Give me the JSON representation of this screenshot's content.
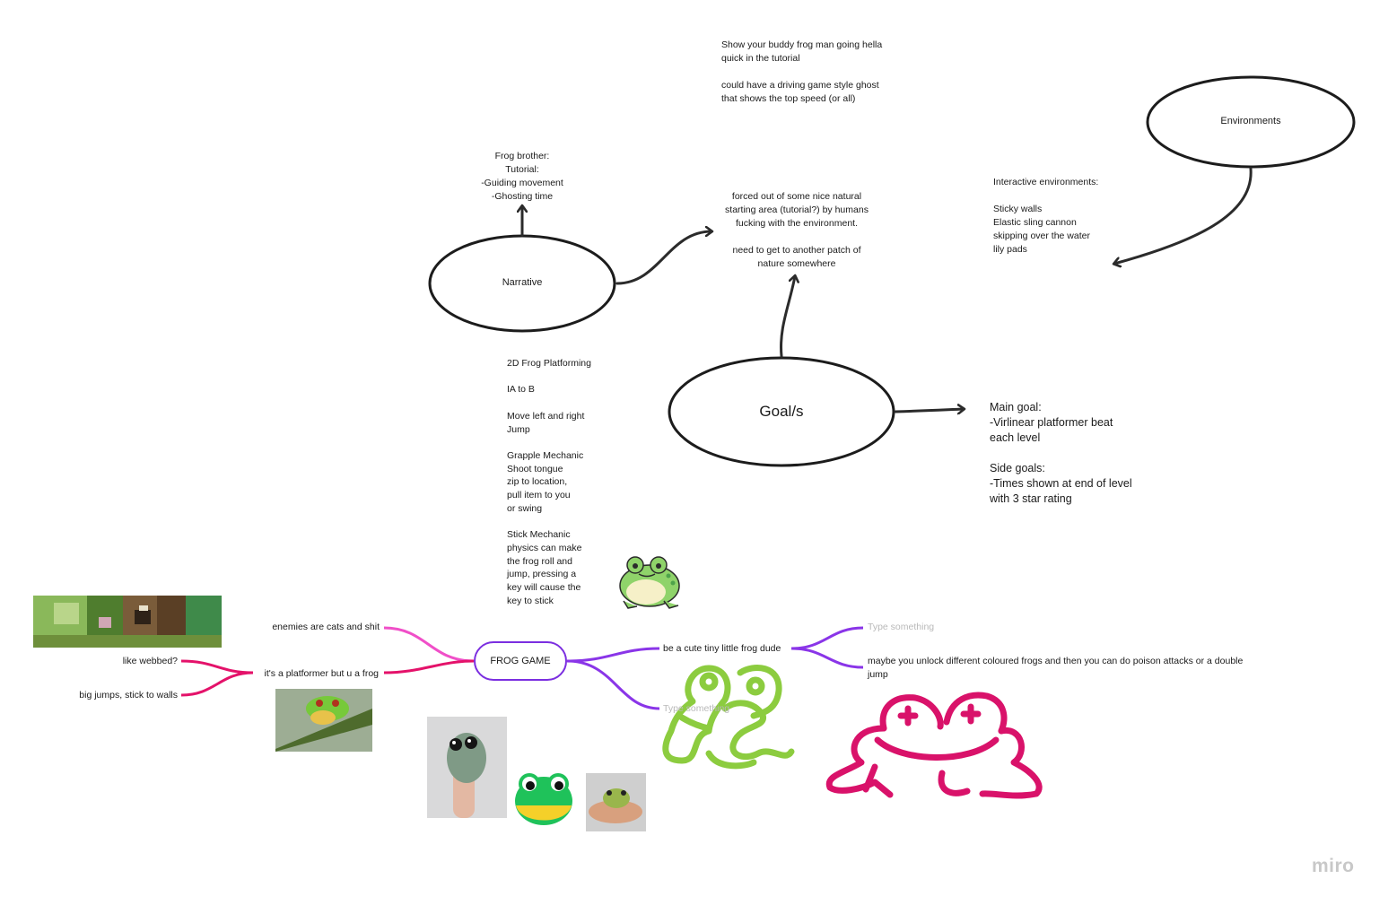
{
  "board": {
    "logo": "miro"
  },
  "nodes": {
    "narrative": "Narrative",
    "goals": "Goal/s",
    "environments": "Environments"
  },
  "notes": {
    "ghost_tutorial": "Show your buddy frog man going hella\nquick in the tutorial\n\ncould have a driving game style ghost\nthat shows the top speed (or all)",
    "frog_brother": "Frog brother:\nTutorial:\n-Guiding movement\n-Ghosting time",
    "story": "forced out of some nice natural\nstarting area (tutorial?) by humans\nfucking with the environment.\n\nneed to get to another patch of\nnature somewhere",
    "interactive_env": "Interactive environments:\n\nSticky walls\nElastic sling cannon\nskipping over the water\nlily pads",
    "mechanics": "2D Frog Platforming\n\nIA to B\n\nMove left and right\nJump\n\nGrapple Mechanic\nShoot tongue\nzip to location,\npull item to you\nor swing\n\nStick Mechanic\nphysics can make\nthe frog roll and\njump, pressing a\nkey will cause the\nkey to stick",
    "main_goals": "Main goal:\n-Virlinear platformer beat\neach level\n\nSide goals:\n-Times shown at end of level\nwith 3 star rating"
  },
  "mindmap": {
    "root": "FROG GAME",
    "left": {
      "enemies": "enemies are cats and shit",
      "platformer": "it's a platformer but u a frog",
      "webbed": "like webbed?",
      "big_jumps": "big jumps, stick to walls"
    },
    "right": {
      "cute": "be a cute tiny little frog dude",
      "placeholder_top": "Type something",
      "unlock": "maybe you unlock different coloured frogs and then you can do poison attacks or a double\njump",
      "placeholder_bottom": "Type something"
    }
  },
  "colors": {
    "root_border": "#7b2ee0",
    "branch_pink": "#f04fc8",
    "branch_red": "#e4126a",
    "branch_purple": "#8a35e8",
    "green_doodle": "#8ccc3f",
    "pink_doodle": "#d9126a",
    "frog_sticker_green": "#1fc25a",
    "frog_sticker_yellow": "#f5d029"
  },
  "icons": {
    "cute_frog_sticker": "frog-emoji-icon",
    "flat_frog": "frog-face-icon"
  }
}
